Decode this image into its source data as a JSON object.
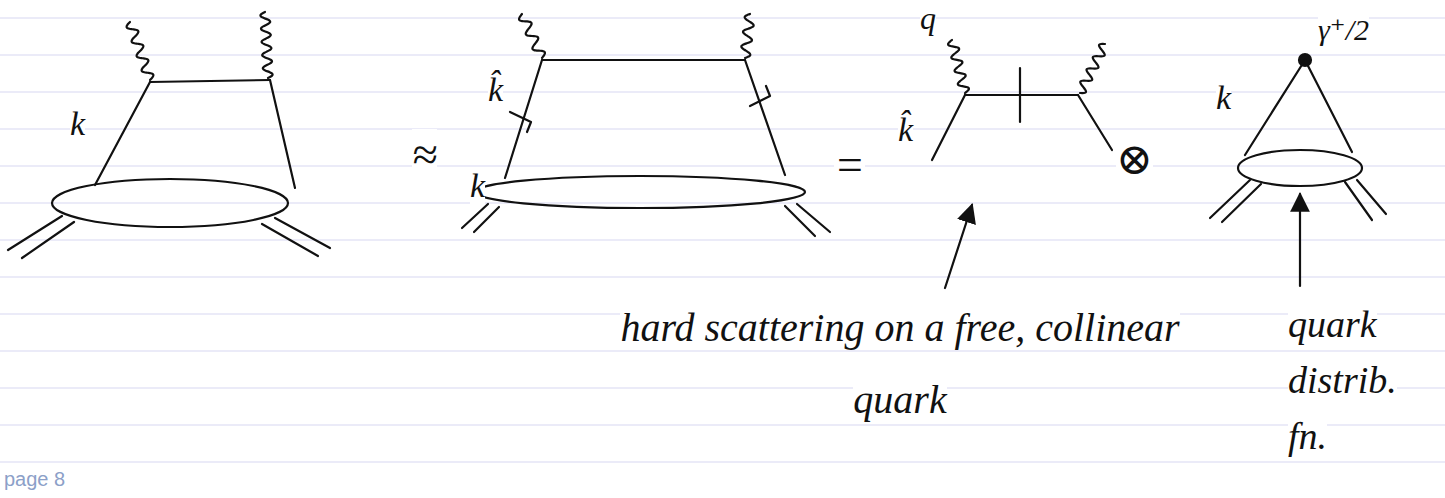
{
  "diagram": {
    "labels": [
      "k",
      "≈",
      "k̂",
      "k",
      "=",
      "q",
      "k̂",
      "⊗",
      "k",
      "γ⁺/2",
      "hard scattering on a free, collinear quark",
      "quark distrib. fn.",
      "page 8"
    ]
  }
}
